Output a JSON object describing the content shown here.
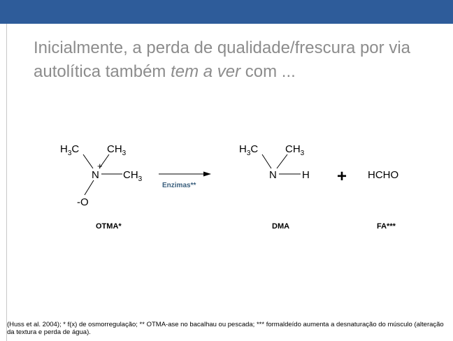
{
  "colors": {
    "top_bar": "#2e5c9a",
    "title_text": "#8c8c8c",
    "enzyme_label": "#3a5f7d",
    "text": "#000000"
  },
  "slide": {
    "title_part1": "Inicialmente, a perda de qualidade/frescura por via autolítica também ",
    "title_emphasis": "tem a ver",
    "title_part2": " com ..."
  },
  "reaction": {
    "reactant": {
      "name": "OTMA*",
      "methyl_1": "H",
      "methyl_1_sub": "3",
      "methyl_1_c": "C",
      "methyl_2": "CH",
      "methyl_2_sub": "3",
      "methyl_3": "CH",
      "methyl_3_sub": "3",
      "nitrogen": "N",
      "charge": "+",
      "oxygen": "-O"
    },
    "enzyme_label": "Enzimas**",
    "product_1": {
      "name": "DMA",
      "methyl_1": "H",
      "methyl_1_sub": "3",
      "methyl_1_c": "C",
      "methyl_2": "CH",
      "methyl_2_sub": "3",
      "nitrogen": "N",
      "hydrogen": "H"
    },
    "plus_sign": "+",
    "product_2": {
      "formula": "HCHO",
      "name": "FA***"
    }
  },
  "footnote": "(Huss et al. 2004); * f(x) de osmorregulação; ** OTMA-ase no bacalhau ou pescada; *** formaldeído aumenta a desnaturação do músculo (alteração da textura e perda de água)."
}
